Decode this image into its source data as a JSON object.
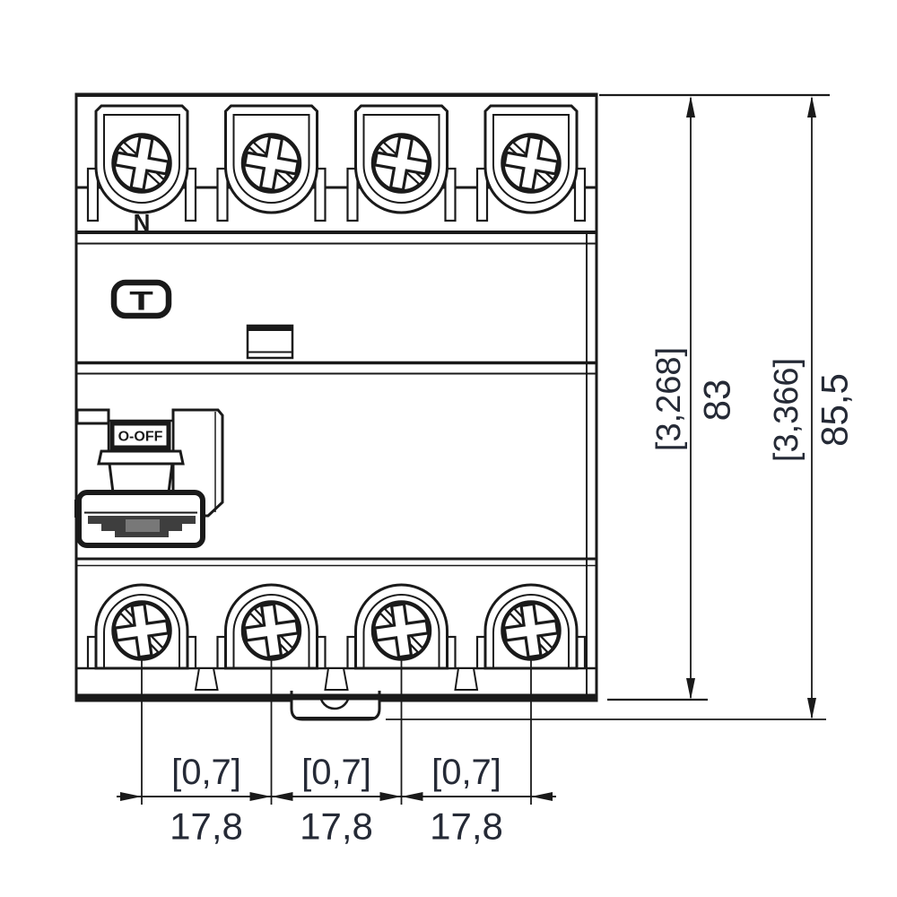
{
  "labels": {
    "neutral_terminal": "N",
    "switch_position": "O-OFF",
    "test_button": "T"
  },
  "dimensions": {
    "height_body": {
      "inch": "[3,268]",
      "mm": "83"
    },
    "height_overall": {
      "inch": "[3,366]",
      "mm": "85,5"
    },
    "pole_pitch": [
      {
        "inch": "[0,7]",
        "mm": "17,8"
      },
      {
        "inch": "[0,7]",
        "mm": "17,8"
      },
      {
        "inch": "[0,7]",
        "mm": "17,8"
      }
    ]
  },
  "colors": {
    "line": "#1a1a1a",
    "dim_text": "#252a36",
    "grip_dark": "#3e3e3e",
    "grip_light": "#787878",
    "tab_gray": "#8d8d8d"
  }
}
